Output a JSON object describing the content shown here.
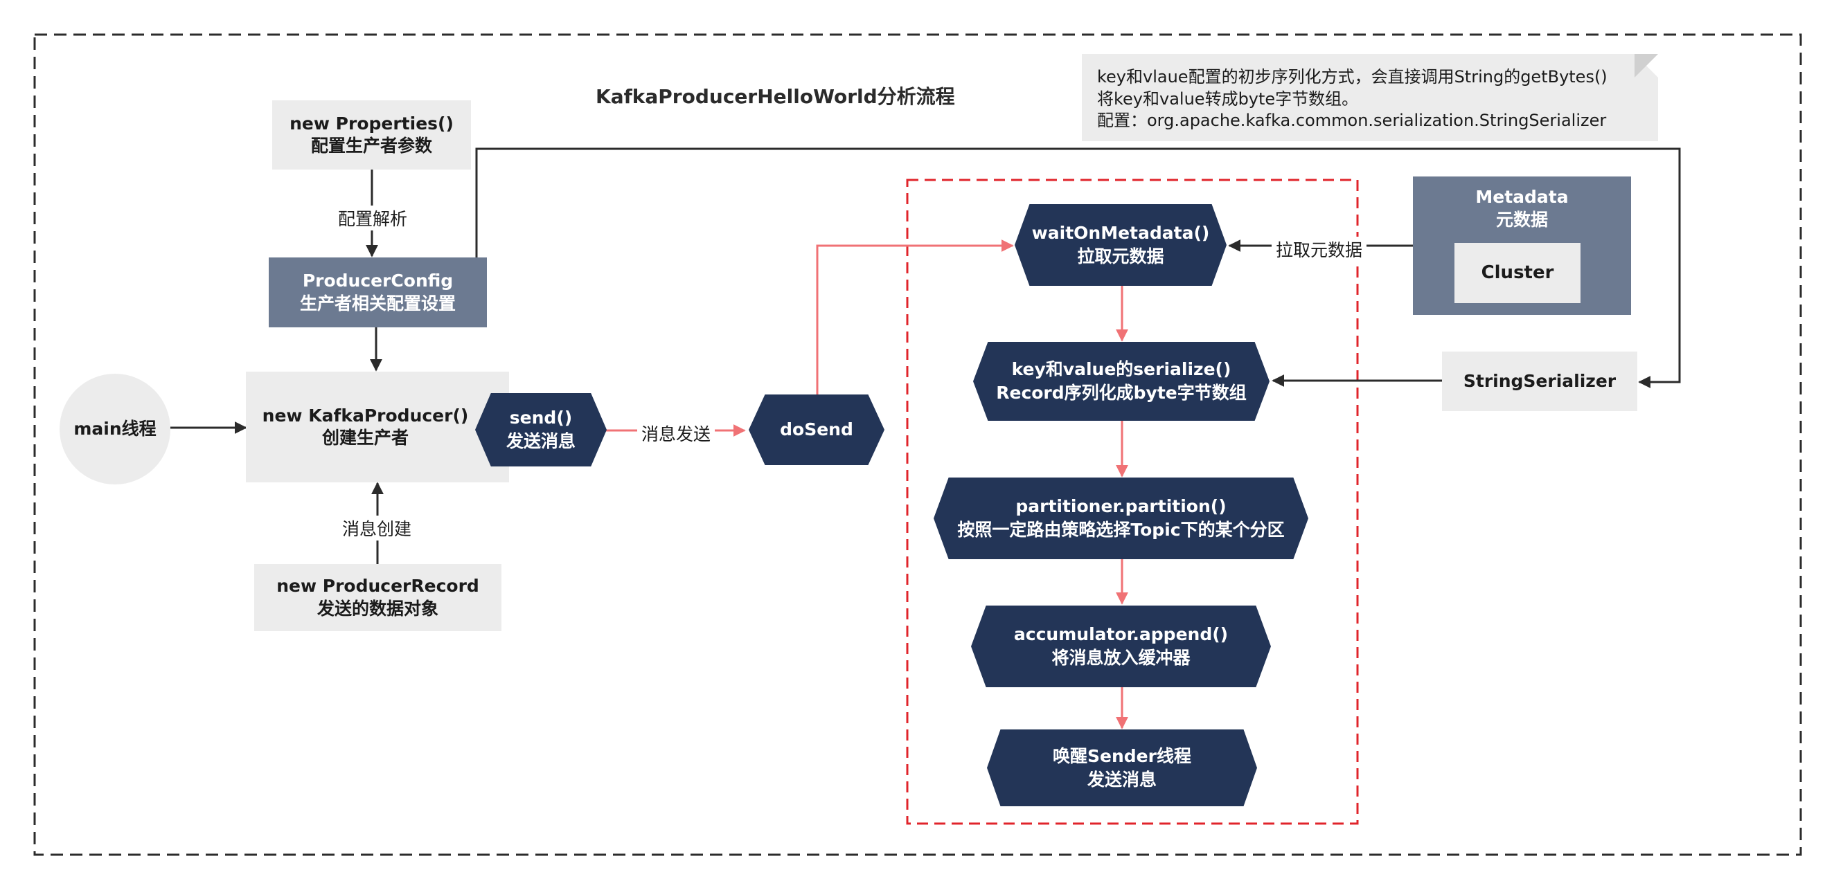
{
  "title": "KafkaProducerHelloWorld分析流程",
  "note": {
    "line1": "key和vlaue配置的初步序列化方式，会直接调用String的getBytes()",
    "line2": "将key和value转成byte字节数组。",
    "line3": "配置：org.apache.kafka.common.serialization.StringSerializer"
  },
  "nodes": {
    "properties": {
      "line1": "new Properties()",
      "line2": "配置生产者参数"
    },
    "producer_config": {
      "line1": "ProducerConfig",
      "line2": "生产者相关配置设置"
    },
    "main_thread": {
      "label": "main线程"
    },
    "kafka_producer": {
      "line1": "new KafkaProducer()",
      "line2": "创建生产者"
    },
    "send": {
      "line1": "send()",
      "line2": "发送消息"
    },
    "producer_record": {
      "line1": "new ProducerRecord",
      "line2": "发送的数据对象"
    },
    "do_send": {
      "label": "doSend"
    },
    "wait_on_metadata": {
      "line1": "waitOnMetadata()",
      "line2": "拉取元数据"
    },
    "serialize": {
      "line1": "key和value的serialize()",
      "line2": "Record序列化成byte字节数组"
    },
    "partition": {
      "line1": "partitioner.partition()",
      "line2": "按照一定路由策略选择Topic下的某个分区"
    },
    "accumulator": {
      "line1": "accumulator.append()",
      "line2": "将消息放入缓冲器"
    },
    "wake_sender": {
      "line1": "唤醒Sender线程",
      "line2": "发送消息"
    },
    "metadata": {
      "line1": "Metadata",
      "line2": "元数据",
      "cluster": "Cluster"
    },
    "string_serializer": {
      "label": "StringSerializer"
    }
  },
  "edge_labels": {
    "config_parse": "配置解析",
    "message_create": "消息创建",
    "message_send": "消息发送",
    "pull_metadata": "拉取元数据"
  },
  "colors": {
    "dark_node": "#233557",
    "slate_node": "#6c7a91",
    "light_node": "#ececec",
    "red_flow": "#f07275",
    "dashed_red_frame": "#e0242b",
    "dark_arrow": "#2b2b2b"
  }
}
